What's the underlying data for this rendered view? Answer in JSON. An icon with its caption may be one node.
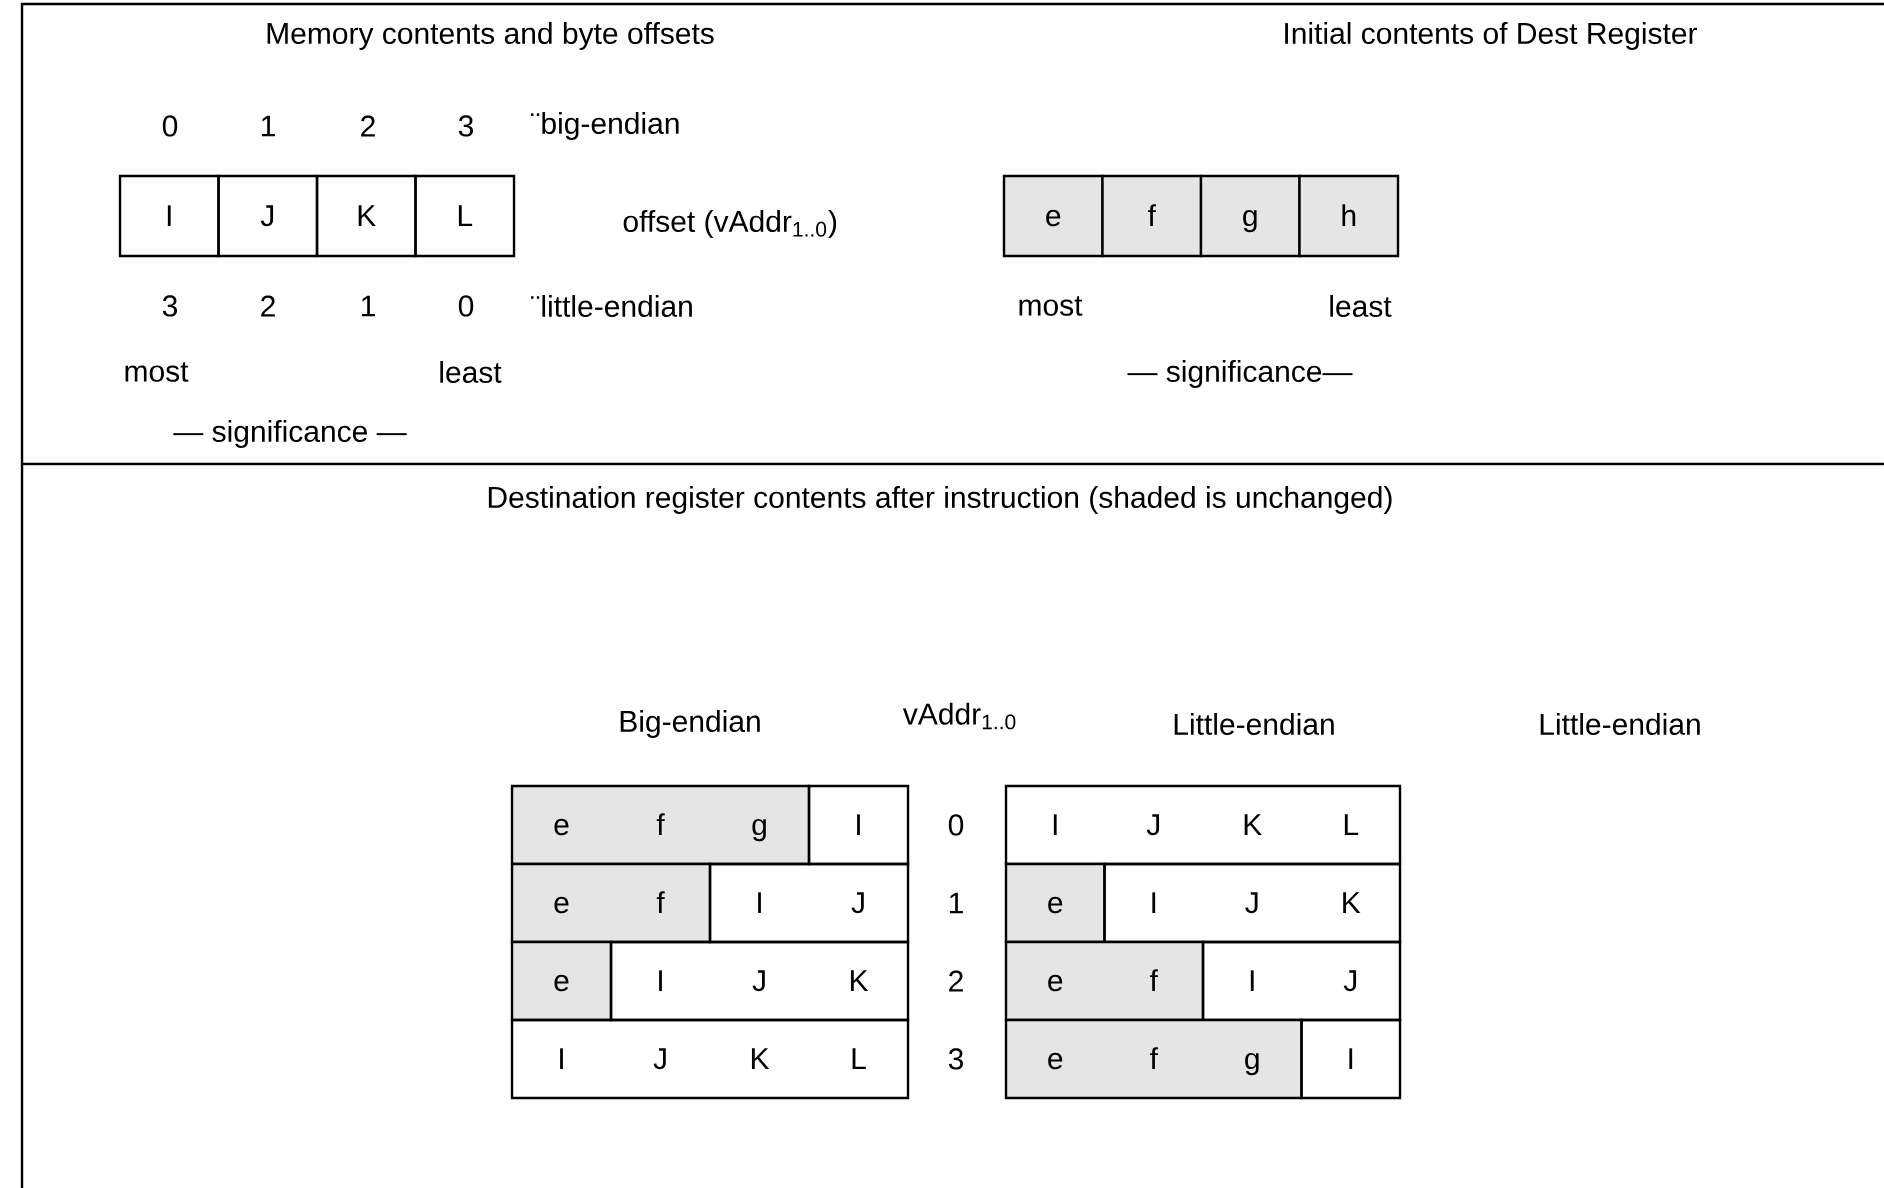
{
  "diagram": {
    "nodes": [
      {
        "text": [
          "I"
        ]
      },
      {
        "text": [
          "J"
        ]
      },
      {
        "text": [
          "K"
        ]
      },
      {
        "text": [
          "L"
        ]
      },
      {
        "text": [
          "e"
        ]
      },
      {
        "text": [
          "f"
        ]
      },
      {
        "text": [
          "g"
        ]
      },
      {
        "text": [
          "h"
        ]
      },
      {
        "text": [
          "e",
          "f",
          "g"
        ]
      },
      {
        "text": [
          "I"
        ]
      },
      {
        "text": [
          "I",
          "J",
          "K",
          "L"
        ]
      },
      {
        "text": [
          "e",
          "f"
        ]
      },
      {
        "text": [
          "I",
          "J"
        ]
      },
      {
        "text": [
          "e"
        ]
      },
      {
        "text": [
          "I",
          "J",
          "K"
        ]
      },
      {
        "text": [
          "e"
        ]
      },
      {
        "text": [
          "I",
          "J",
          "K"
        ]
      },
      {
        "text": [
          "e",
          "f"
        ]
      },
      {
        "text": [
          "I",
          "J"
        ]
      },
      {
        "text": [
          "I",
          "J",
          "K",
          "L"
        ]
      },
      {
        "text": [
          "e",
          "f",
          "g"
        ]
      },
      {
        "text": [
          "I"
        ]
      }
    ],
    "edges": [],
    "labels": [
      "Memory contents and byte offsets",
      "Initial contents of Dest Register",
      "0",
      "1",
      "2",
      "3",
      "¨big-endian",
      "offset (vAddr$_{1..0}$)",
      "3",
      "2",
      "1",
      "0",
      "¨little-endian",
      "most",
      "least",
      "most",
      "least",
      "— significance—",
      "— significance —",
      "Destination register contents after instruction (shaded is unchanged)",
      "Big-endian",
      "vAddr$_{1..0}$",
      "Little-endian",
      "Little-endian",
      "0",
      "1",
      "2",
      "3"
    ]
  }
}
